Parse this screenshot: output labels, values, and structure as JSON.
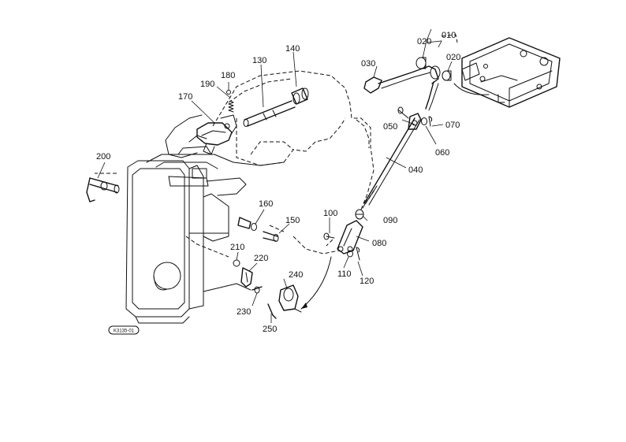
{
  "diagram": {
    "reference_code": "K3135-01",
    "parts": [
      {
        "id": "p010",
        "label": "010"
      },
      {
        "id": "p020a",
        "label": "020"
      },
      {
        "id": "p020b",
        "label": "020"
      },
      {
        "id": "p030",
        "label": "030"
      },
      {
        "id": "p040",
        "label": "040"
      },
      {
        "id": "p050",
        "label": "050"
      },
      {
        "id": "p060",
        "label": "060"
      },
      {
        "id": "p070",
        "label": "070"
      },
      {
        "id": "p080",
        "label": "080"
      },
      {
        "id": "p090",
        "label": "090"
      },
      {
        "id": "p100",
        "label": "100"
      },
      {
        "id": "p110",
        "label": "110"
      },
      {
        "id": "p120",
        "label": "120"
      },
      {
        "id": "p130",
        "label": "130"
      },
      {
        "id": "p140",
        "label": "140"
      },
      {
        "id": "p150",
        "label": "150"
      },
      {
        "id": "p160",
        "label": "160"
      },
      {
        "id": "p170",
        "label": "170"
      },
      {
        "id": "p180",
        "label": "180"
      },
      {
        "id": "p190",
        "label": "190"
      },
      {
        "id": "p200",
        "label": "200"
      },
      {
        "id": "p210",
        "label": "210"
      },
      {
        "id": "p220",
        "label": "220"
      },
      {
        "id": "p230",
        "label": "230"
      },
      {
        "id": "p240",
        "label": "240"
      },
      {
        "id": "p250",
        "label": "250"
      }
    ]
  }
}
